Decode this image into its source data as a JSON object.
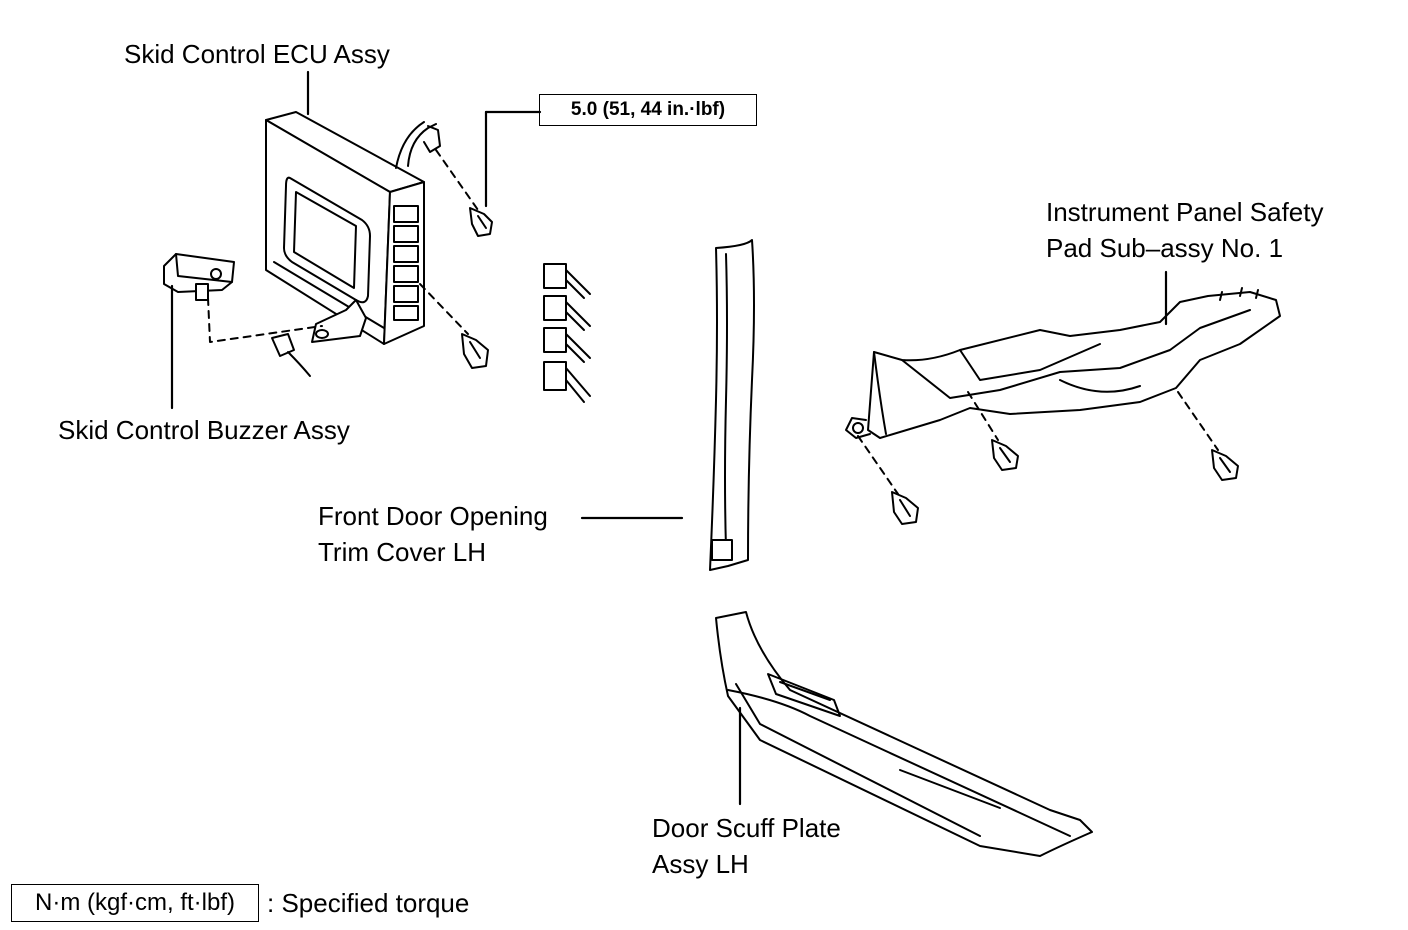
{
  "labels": {
    "ecu": "Skid Control ECU Assy",
    "buzzer": "Skid Control Buzzer Assy",
    "trim_cover_line1": "Front Door Opening",
    "trim_cover_line2": "Trim Cover LH",
    "safety_pad_line1": "Instrument Panel Safety",
    "safety_pad_line2": "Pad Sub–assy No. 1",
    "scuff_plate_line1": "Door Scuff Plate",
    "scuff_plate_line2": "Assy LH"
  },
  "torque": {
    "value": "5.0 (51, 44 in.·lbf)"
  },
  "legend": {
    "box_text": "N·m (kgf·cm, ft·lbf)",
    "description": ": Specified torque"
  }
}
